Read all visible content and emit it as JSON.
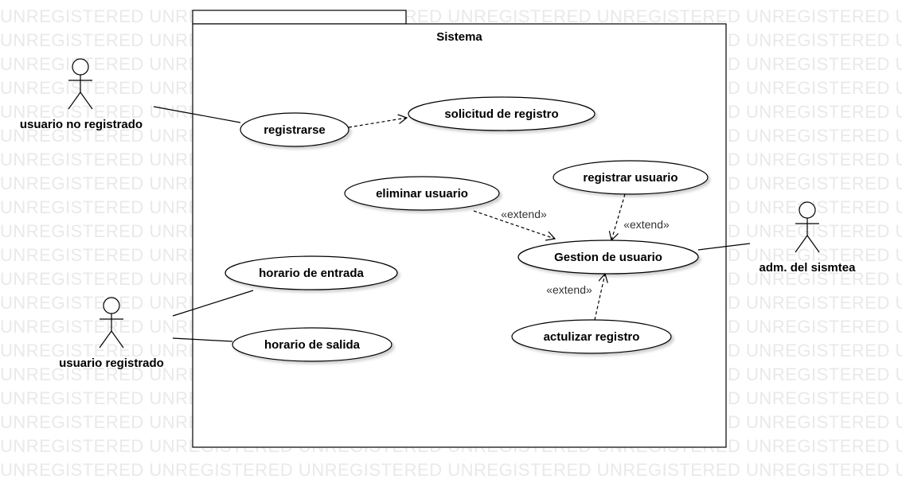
{
  "watermark_text": "UNREGISTERED",
  "system": {
    "title": "Sistema"
  },
  "actors": {
    "no_registrado": "usuario no registrado",
    "registrado": "usuario registrado",
    "admin": "adm. del sismtea"
  },
  "use_cases": {
    "registrarse": "registrarse",
    "solicitud": "solicitud de registro",
    "eliminar": "eliminar usuario",
    "registrar": "registrar usuario",
    "gestion": "Gestion de usuario",
    "entrada": "horario de entrada",
    "salida": "horario de salida",
    "actualizar": "actulizar registro"
  },
  "relations": {
    "extend1": "«extend»",
    "extend2": "«extend»",
    "extend3": "«extend»"
  }
}
